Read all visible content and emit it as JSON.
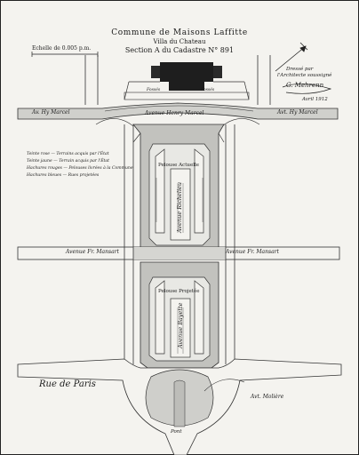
{
  "title": {
    "line1": "Commune de Maisons Laffitte",
    "line2": "Villa du Chateau",
    "line3": "Section A du Cadastre N° 891"
  },
  "scale": "Echelle de 0.005 p.m.",
  "signature": {
    "note_line1": "Dressé par",
    "note_line2": "l'Architecte soussigné",
    "name": "G. Mehrenn",
    "date": "Avril 1912"
  },
  "streets": {
    "avenue_henry_marcel": "Avenue Henry Marcel",
    "av_hy_marcel_left": "Av. Hy Marcel",
    "av_hy_marcel_right": "Avt. Hy Marcel",
    "avenue_fr_mansart_left": "Avenue Fr. Mansart",
    "avenue_fr_mansart_right": "Avenue Fr. Mansart",
    "rue_de_paris": "Rue de Paris",
    "av_moliere": "Avt. Molière",
    "avenue_richelieu": "Avenue Richelieu",
    "avenue_bayette": "Avenue Bayette",
    "pont": "Pont"
  },
  "places": {
    "pelouse_actuelle": "Pelouse Actuelle",
    "pelouse_projetee": "Pelouse Projetée",
    "fosses_left": "Fossés",
    "fosses_right": "Fossés"
  },
  "legend": [
    "Teinte rose — Terrains acquis par l'État",
    "Teinte jaune — Terrain acquis par l'État",
    "Hachures rouges — Pelouses livrées à la Commune",
    "Hachures bleues — Rues projetées"
  ],
  "colors": {
    "paper": "#f4f3ef",
    "ink": "#1a1a1a",
    "grey_wash": "#b9b9b6",
    "chateau": "#1e1e1e"
  }
}
